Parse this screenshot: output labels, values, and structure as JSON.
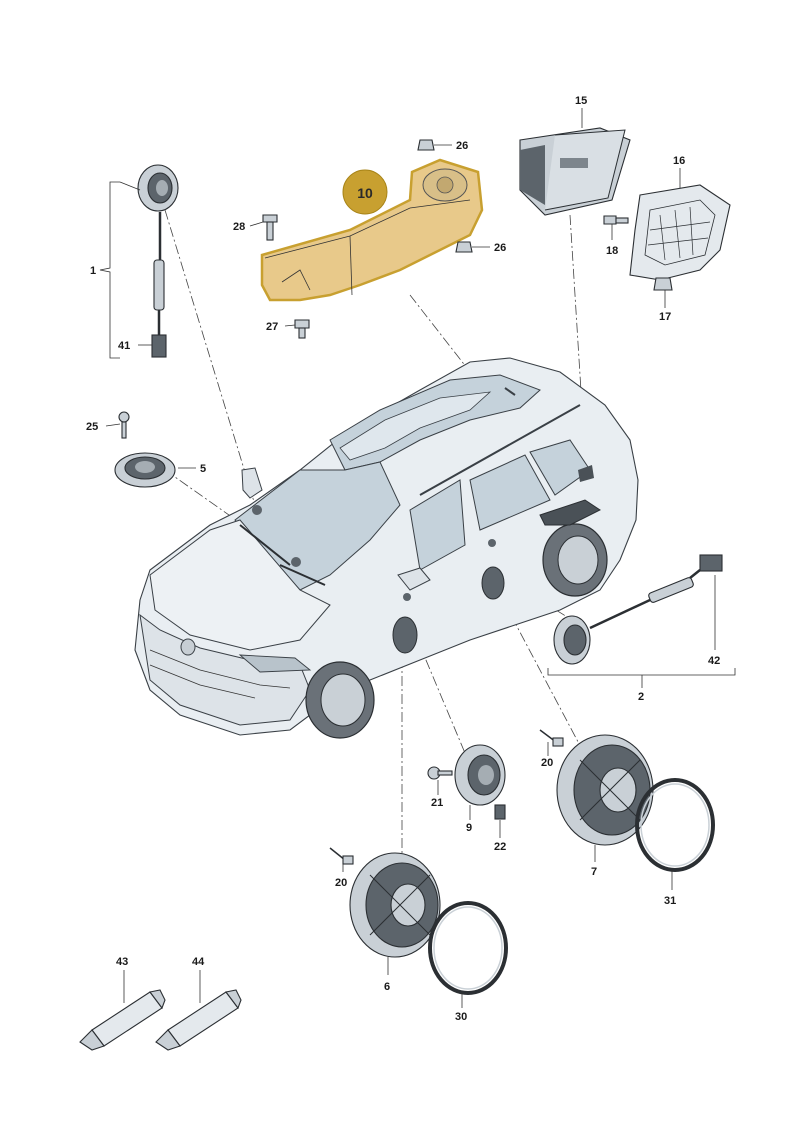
{
  "highlight": {
    "label": "10",
    "color": "#c8a030"
  },
  "colors": {
    "highlight_fill": "#e8c98a",
    "highlight_stroke": "#c8a030",
    "line": "#333333"
  },
  "callouts": {
    "c1": "1",
    "c2": "2",
    "c5": "5",
    "c6": "6",
    "c7": "7",
    "c9": "9",
    "c15": "15",
    "c16": "16",
    "c17": "17",
    "c18": "18",
    "c20a": "20",
    "c20b": "20",
    "c21": "21",
    "c22": "22",
    "c25": "25",
    "c26a": "26",
    "c26b": "26",
    "c27": "27",
    "c28": "28",
    "c30": "30",
    "c31": "31",
    "c41": "41",
    "c42": "42",
    "c43": "43",
    "c44": "44"
  }
}
